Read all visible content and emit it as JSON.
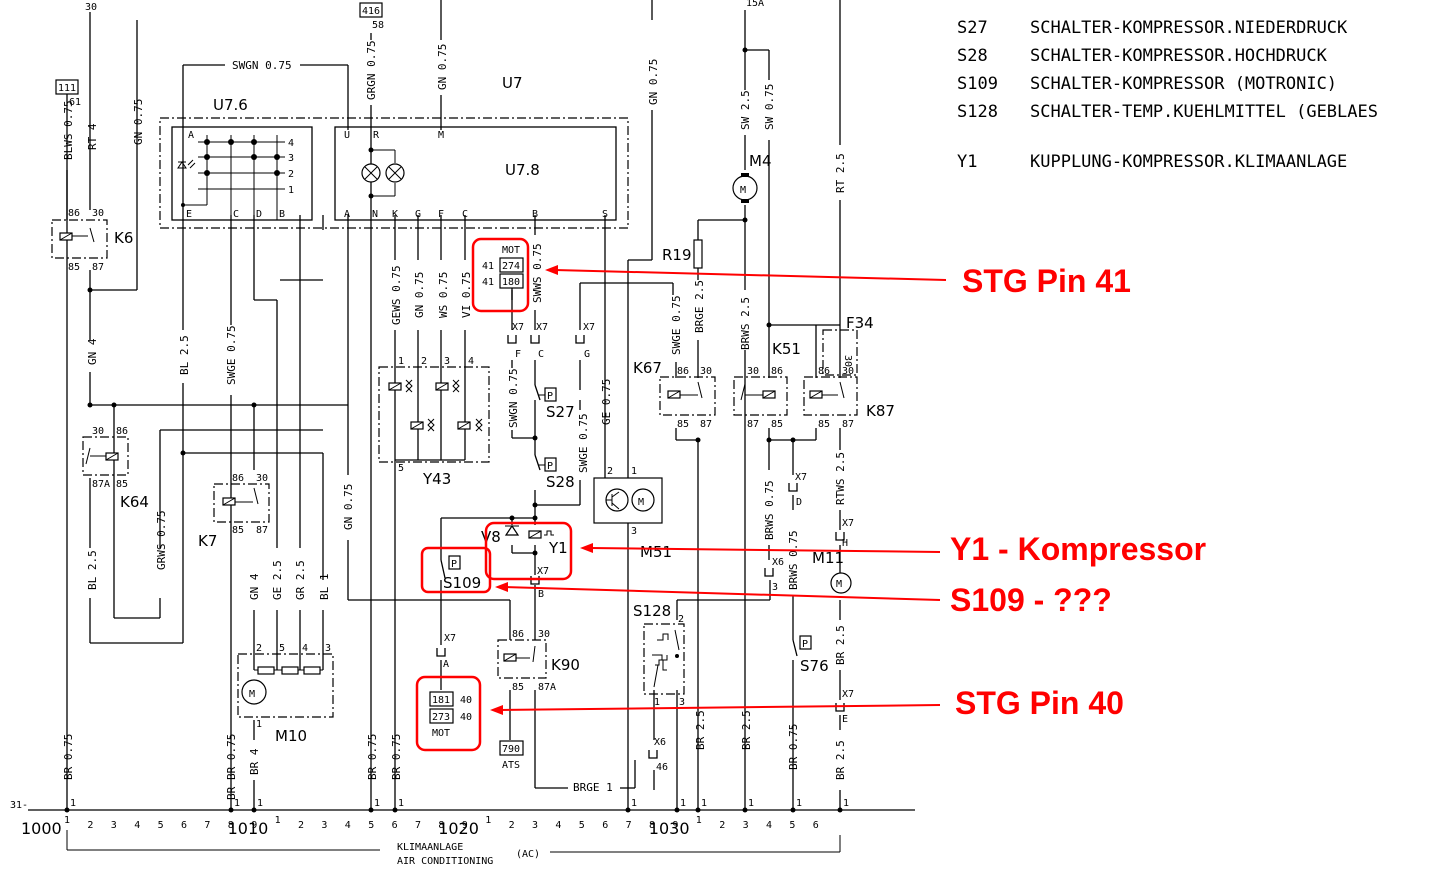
{
  "legend": {
    "entries": [
      {
        "code": "S27",
        "description": "SCHALTER-KOMPRESSOR.NIEDERDRUCK"
      },
      {
        "code": "S28",
        "description": "SCHALTER-KOMPRESSOR.HOCHDRUCK"
      },
      {
        "code": "S109",
        "description": "SCHALTER-KOMPRESSOR (MOTRONIC)"
      },
      {
        "code": "S128",
        "description": "SCHALTER-TEMP.KUEHLMITTEL (GEBLAES"
      },
      {
        "code": "Y1",
        "description": "KUPPLUNG-KOMPRESSOR.KLIMAANLAGE"
      }
    ]
  },
  "annotations": {
    "stg_pin_41": "STG Pin 41",
    "y1_kompressor": "Y1 - Kompressor",
    "s109_unknown": "S109 - ???",
    "stg_pin_40": "STG Pin 40",
    "color": "#ff0000"
  },
  "components": {
    "u7": "U7",
    "u76": "U7.6",
    "u78": "U7.8",
    "k6": "K6",
    "k64": "K64",
    "k7": "K7",
    "k67": "K67",
    "k51": "K51",
    "k87": "K87",
    "k90": "K90",
    "f34": "F34",
    "m4": "M4",
    "m10": "M10",
    "m11": "M11",
    "m51": "M51",
    "r19": "R19",
    "y43": "Y43",
    "y1": "Y1",
    "v8": "V8",
    "s27": "S27",
    "s28": "S28",
    "s109": "S109",
    "s128": "S128",
    "s76": "S76",
    "p_symbol": "P",
    "motor_symbol": "M"
  },
  "refs": {
    "ref_111": "111",
    "ref_111_pin": "61",
    "ref_416": "416",
    "ref_416_pin": "58",
    "ref_30": "30",
    "ref_15a": "15A",
    "mot_top": {
      "label": "MOT",
      "rows": [
        {
          "pin": "41",
          "ref": "274"
        },
        {
          "pin": "41",
          "ref": "180"
        }
      ]
    },
    "mot_bottom": {
      "label": "MOT",
      "rows": [
        {
          "pin": "40",
          "ref": "181"
        },
        {
          "pin": "40",
          "ref": "273"
        }
      ]
    },
    "ats": {
      "ref": "790",
      "label": "ATS"
    }
  },
  "wires": {
    "swgn_075": "SWGN 0.75",
    "blws_075": "BLWS 0.75",
    "rt4": "RT 4",
    "gn_075": "GN 0.75",
    "grgn_075": "GRGN 0.75",
    "gn4": "GN 4",
    "bl25": "BL 2.5",
    "swge_075": "SWGE 0.75",
    "grws_075": "GRWS 0.75",
    "gews_075": "GEWS 0.75",
    "ws_075": "WS 0.75",
    "vi_075": "VI 0.75",
    "swws_075": "SWWS 0.75",
    "ge_075": "GE 0.75",
    "sw25": "SW 2.5",
    "sw075": "SW 0.75",
    "rt25": "RT 2.5",
    "brge25": "BRGE 2.5",
    "brws25": "BRWS 2.5",
    "brws075": "BRWS 0.75",
    "rtws25": "RTWS 2.5",
    "br25": "BR 2.5",
    "br075": "BR 0.75",
    "br4": "BR 4",
    "ge25": "GE 2.5",
    "gr25": "GR 2.5",
    "bl1": "BL 1",
    "brge1": "BRGE 1",
    "br": "BR"
  },
  "connectors": {
    "x7": "X7",
    "x6": "X6",
    "f": "F",
    "c": "C",
    "g": "G",
    "d": "D",
    "h": "H",
    "e": "E",
    "a": "A",
    "b": "B",
    "x6_3": "3",
    "x6_46": "46"
  },
  "u7_pins": {
    "u76_top": [
      "A"
    ],
    "u76_bottom": [
      "E",
      "C",
      "D",
      "B"
    ],
    "u76_rows": [
      "4",
      "3",
      "2",
      "1"
    ],
    "u78_top": [
      "U",
      "R",
      "M"
    ],
    "u78_bottom": [
      "A",
      "N",
      "K",
      "G",
      "F",
      "C",
      "B",
      "S"
    ]
  },
  "relay_pins": {
    "p86": "86",
    "p30": "30",
    "p85": "85",
    "p87": "87",
    "p87a": "87A"
  },
  "y43_pins": [
    "1",
    "2",
    "3",
    "4",
    "5"
  ],
  "m10_pins": [
    "2",
    "5",
    "4",
    "3",
    "1"
  ],
  "m51_pins": [
    "2",
    "1",
    "3"
  ],
  "s128_pins": [
    "2",
    "1",
    "3"
  ],
  "ground_bus": {
    "label": "31-",
    "groups": [
      {
        "id": "1000",
        "ticks": [
          "1",
          "2",
          "3",
          "4",
          "5",
          "6",
          "7",
          "8",
          "9"
        ]
      },
      {
        "id": "1010",
        "ticks": [
          "1",
          "2",
          "3",
          "4",
          "5",
          "6",
          "7",
          "8",
          "9"
        ]
      },
      {
        "id": "1020",
        "ticks": [
          "1",
          "2",
          "3",
          "4",
          "5",
          "6",
          "7",
          "8",
          "9"
        ]
      },
      {
        "id": "1030",
        "ticks": [
          "1",
          "2",
          "3",
          "4",
          "5",
          "6"
        ]
      }
    ],
    "node_pin": "1",
    "caption_de": "KLIMAANLAGE",
    "caption_en": "AIR CONDITIONING",
    "caption_abbr": "(AC)"
  }
}
